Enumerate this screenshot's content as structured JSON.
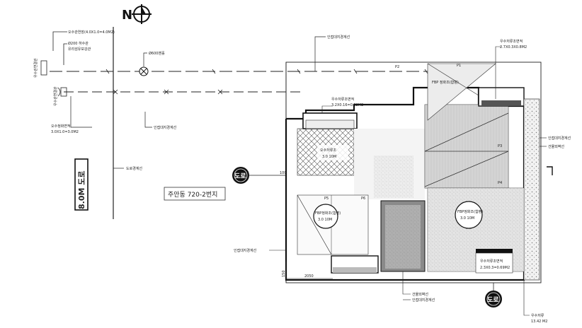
{
  "north": {
    "label": "N"
  },
  "labels": {
    "pipe_dim_top": "오수관연장(4.0X1.0=4.0M2)",
    "pipe_dia_200": "Ø200 하수관",
    "pipe_note_2": "유리섬유보강관",
    "manhole": "Ø600맨홀",
    "boundary_top": "인접대지경계선",
    "area_right_top_1": "우수저류조면적",
    "area_right_top_2": "2.7X0.3X0.8M2",
    "vert_label_left_1": "우수관연결관",
    "vert_label_left_2": "우수관연결관",
    "lower_area_1": "오수정화면적",
    "lower_area_2": "3.0X1.0=3.0M2",
    "boundary_mid": "인접대지경계선",
    "road_boundary": "도로경계선",
    "road_width": "8.0M 도로",
    "parcel": "주안동 720-2번지",
    "boundary_bottom_left": "인접대지경계선",
    "notch_area_1": "우수저류조면적",
    "notch_area_2": "3.2X0.16=0.32M2",
    "hatched_1": "오수저류조",
    "hatched_2": "3.0 10M",
    "fbp_tank": "FBP 정화조(합병)",
    "fbp_left_1": "FBP정화조(합병)",
    "fbp_left_2": "3.0 10M",
    "fbp_right_1": "FBP정화조(합병)",
    "fbp_right_2": "3.0 10M",
    "bottom_area_1": "우수저류조면적",
    "bottom_area_2": "2.3X0.3=0.69M2",
    "right_label_1": "인접대지경계선",
    "right_label_2": "건물외벽선",
    "bottom_label_1": "건물외벽선",
    "bottom_label_2": "인접대지경계선",
    "bottom_right_1": "우수저류",
    "bottom_right_2": "13.42 M2",
    "dim_100": "100",
    "dim_150": "150",
    "dim_bottom": "2050",
    "p1": "P1",
    "p2": "P2",
    "p3": "P3",
    "p4": "P4",
    "p5": "P5",
    "p6": "P6",
    "road_mark_left": "도로",
    "road_mark_bottom": "도로"
  }
}
